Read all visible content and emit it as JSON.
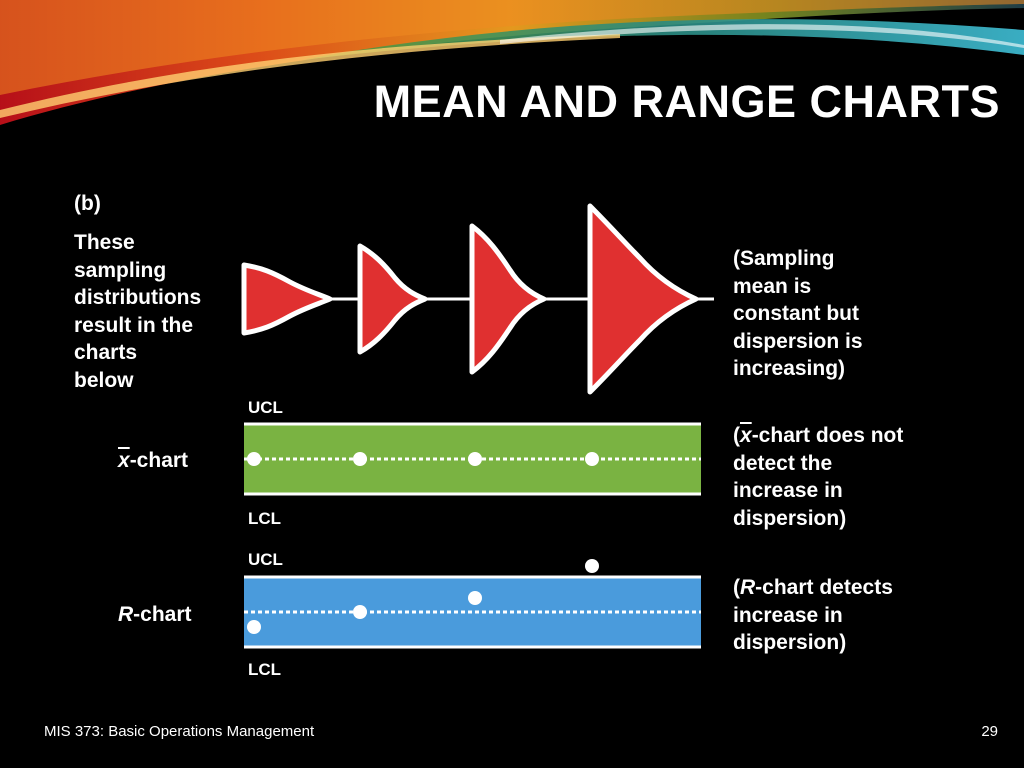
{
  "slide": {
    "title": "MEAN AND RANGE CHARTS",
    "panel_label": "(b)",
    "left_text": [
      "These",
      "sampling",
      "distributions",
      "result in the",
      "charts",
      "below"
    ],
    "right_text_1": [
      "(Sampling",
      "mean is",
      "constant but",
      "dispersion is",
      "increasing)"
    ],
    "right_text_2_open": "(",
    "right_text_2_symbol": "x",
    "right_text_2_rest": "-chart does not",
    "right_text_2_lines": [
      "detect the",
      "increase in",
      "dispersion)"
    ],
    "right_text_3_open": "(",
    "right_text_3_symbol": "R",
    "right_text_3_rest": "-chart detects",
    "right_text_3_lines": [
      "increase in",
      "dispersion)"
    ]
  },
  "xchart": {
    "ucl_label": "UCL",
    "lcl_label": "LCL",
    "symbol": "x",
    "suffix": "-chart",
    "fill_color": "#7ab342"
  },
  "rchart": {
    "ucl_label": "UCL",
    "lcl_label": "LCL",
    "symbol": "R",
    "suffix": "-chart",
    "fill_color": "#4a9bdc"
  },
  "colors": {
    "distribution_fill": "#e03030",
    "outline": "#ffffff"
  },
  "footer": {
    "course": "MIS 373: Basic Operations Management",
    "page_number": "29"
  }
}
